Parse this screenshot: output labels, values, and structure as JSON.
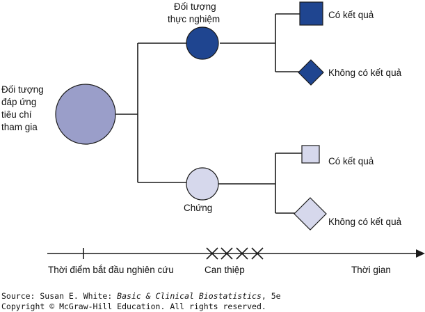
{
  "diagram": {
    "root": {
      "label_lines": [
        "Đối tượng",
        "đáp ứng",
        "tiêu chí",
        "tham gia"
      ],
      "fill": "#9a9ec9"
    },
    "experimental_group": {
      "label_lines": [
        "Đối tượng",
        "thực nghiệm"
      ],
      "fill": "#1f4590"
    },
    "control_group": {
      "label": "Chứng",
      "fill": "#d6d8ec"
    },
    "outcomes": {
      "experimental_with_outcome": "Có kết quả",
      "experimental_without_outcome": "Không có kết quả",
      "control_with_outcome": "Có kết quả",
      "control_without_outcome": "Không có kết quả"
    },
    "timeline": {
      "start_label": "Thời điểm bắt đầu nghiên cứu",
      "intervention_label": "Can thiệp",
      "end_label": "Thời gian",
      "intervention_marks": 4
    },
    "colors": {
      "dark_blue": "#1f4590",
      "medium_blue": "#9a9ec9",
      "light_blue": "#d6d8ec",
      "outline": "#1a1a1a"
    }
  },
  "source": {
    "line1_prefix": "Source: Susan E. White: ",
    "line1_title": "Basic & Clinical Biostatistics",
    "line1_suffix": ", 5e",
    "line2": "Copyright © McGraw-Hill Education. All rights reserved."
  }
}
